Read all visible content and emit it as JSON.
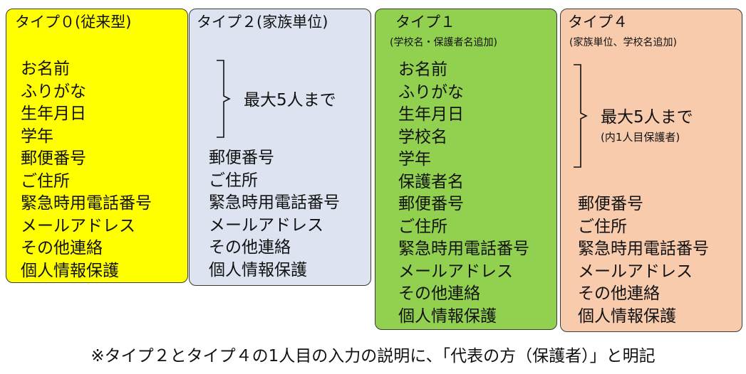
{
  "colors": {
    "type0_fill": "#ffff00",
    "type2_fill": "#dde3f1",
    "type1_fill": "#92d050",
    "type4_fill": "#f8cbad",
    "border": "#3a3a3a"
  },
  "type0": {
    "title": "タイプ０(従来型)",
    "items": [
      "お名前",
      "ふりがな",
      "生年月日",
      "学年",
      "郵便番号",
      "ご住所",
      "緊急時用電話番号",
      "メールアドレス",
      "その他連絡",
      "個人情報保護"
    ]
  },
  "type2": {
    "title": "タイプ２(家族単位)",
    "brace_label": "最大5人まで",
    "items": [
      "郵便番号",
      "ご住所",
      "緊急時用電話番号",
      "メールアドレス",
      "その他連絡",
      "個人情報保護"
    ]
  },
  "type1": {
    "title": "タイプ１",
    "subtitle": "(学校名・保護者名追加)",
    "items": [
      "お名前",
      "ふりがな",
      "生年月日",
      "学校名",
      "学年",
      "保護者名",
      "郵便番号",
      "ご住所",
      "緊急時用電話番号",
      "メールアドレス",
      "その他連絡",
      "個人情報保護"
    ]
  },
  "type4": {
    "title": "タイプ４",
    "subtitle": "(家族単位、学校名追加)",
    "brace_label": "最大5人まで",
    "brace_sub": "(内1人目保護者)",
    "items": [
      "郵便番号",
      "ご住所",
      "緊急時用電話番号",
      "メールアドレス",
      "その他連絡",
      "個人情報保護"
    ]
  },
  "footnote": "※タイプ２とタイプ４の1人目の入力の説明に、「代表の方（保護者）」と明記"
}
